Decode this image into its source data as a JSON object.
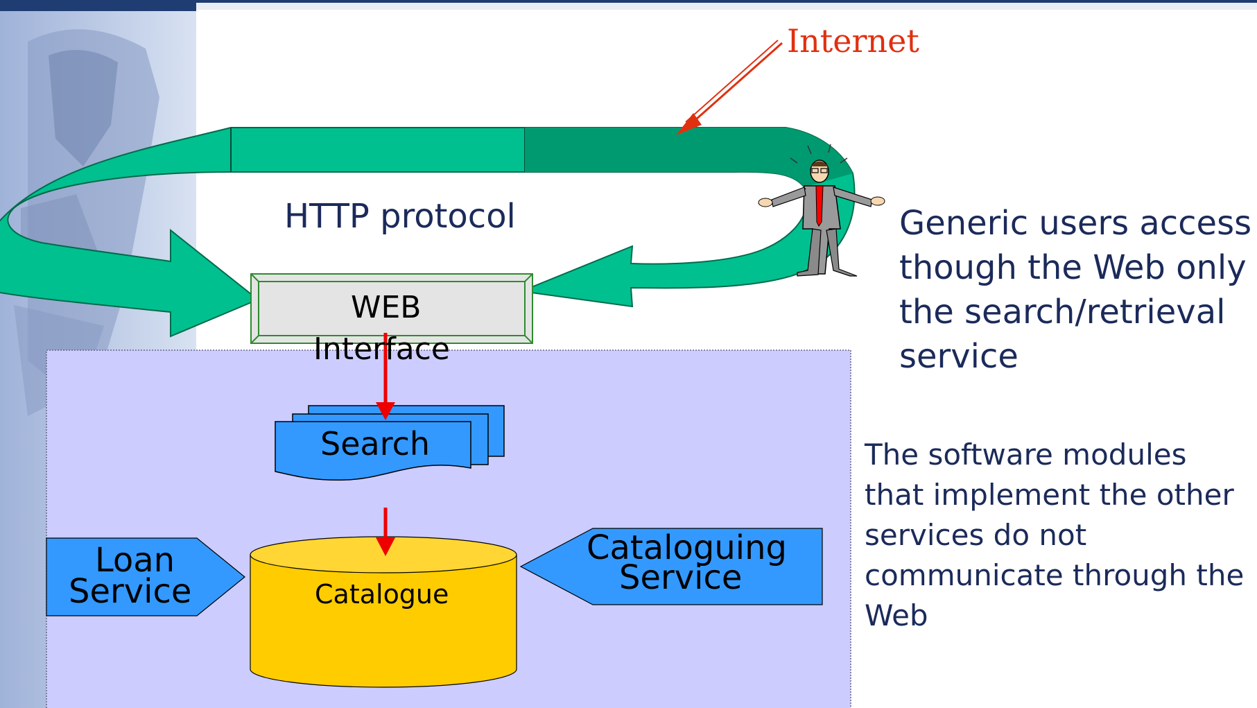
{
  "labels": {
    "internet": "Internet",
    "http_protocol": "HTTP protocol",
    "web": "WEB",
    "interface": "Interface",
    "search": "Search",
    "catalogue": "Catalogue",
    "loan_line1": "Loan",
    "loan_line2": "Service",
    "cataloguing_line1": "Cataloguing",
    "cataloguing_line2": "Service"
  },
  "notes": {
    "generic_users": [
      "Generic users access",
      "though the Web only",
      "the search/retrieval",
      "service"
    ],
    "software_modules": [
      "The software modules",
      "that implement the other",
      "services do not",
      "communicate through the",
      "Web"
    ]
  },
  "colors": {
    "arrow_green": "#00c090",
    "arrow_green_dark": "#009a70",
    "system_box": "#ccccff",
    "module_blue": "#3399ff",
    "catalogue_yellow": "#ffcc00",
    "flow_arrow_red": "#ee0000",
    "internet_pointer": "#e03010",
    "text_navy": "#1b2a5a"
  },
  "icons": [
    "user-figure-icon",
    "library-engraving-icon"
  ]
}
